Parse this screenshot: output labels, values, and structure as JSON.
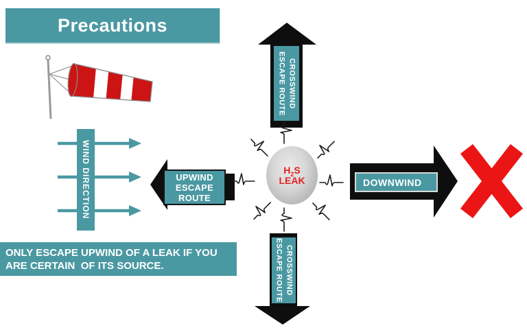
{
  "slide": {
    "background": "#ffffff"
  },
  "title": {
    "label": "Precautions",
    "bg": "#4a98a2",
    "text_color": "#ffffff"
  },
  "windsock": {
    "icon": "windsock-icon",
    "stripe_red": "#cc1414",
    "stripe_white": "#ffffff",
    "pole_color": "#9a9a9a"
  },
  "wind_direction": {
    "label": "WIND DIRECTION",
    "arrow_color": "#4a98a2",
    "arrow_count": 3
  },
  "leak_source": {
    "formula_prefix": "H",
    "formula_sub": "2",
    "formula_suffix": "S",
    "label": "LEAK",
    "text_color": "#e32020",
    "bubble_color": "#c9c9c9"
  },
  "routes": {
    "crosswind_top": {
      "line1": "CROSSWIND",
      "line2": "ESCAPE ROUTE"
    },
    "crosswind_bottom": {
      "line1": "CROSSWIND",
      "line2": "ESCAPE ROUTE"
    },
    "upwind": {
      "line1": "UPWIND",
      "line2": "ESCAPE",
      "line3": "ROUTE"
    },
    "downwind": {
      "label": "DOWNWIND",
      "prohibited_icon": "red-x-icon",
      "prohibited_color": "#ec1515"
    }
  },
  "note": {
    "line1": "ONLY ESCAPE UPWIND OF A LEAK IF YOU",
    "line2": "ARE CERTAIN  OF ITS SOURCE."
  },
  "colors": {
    "teal": "#4a98a2",
    "arrow_black": "#0e0e0e",
    "red_x": "#ec1515",
    "leak_text_red": "#e32020"
  }
}
